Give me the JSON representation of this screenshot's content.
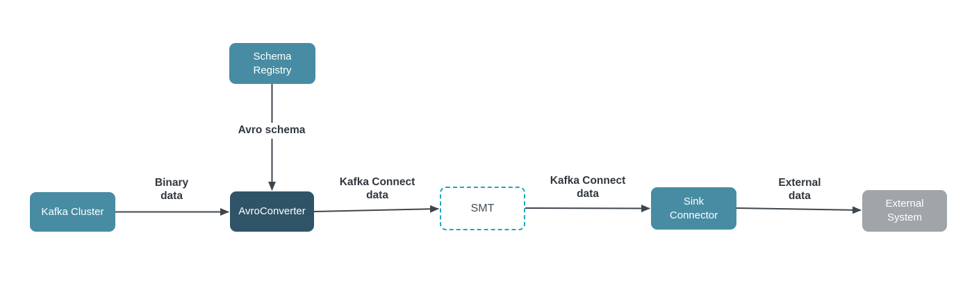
{
  "diagram": {
    "nodes": [
      {
        "id": "kafka-cluster",
        "lines": [
          "Kafka Cluster"
        ]
      },
      {
        "id": "schema-registry",
        "lines": [
          "Schema",
          "Registry"
        ]
      },
      {
        "id": "avro-converter",
        "lines": [
          "AvroConverter"
        ]
      },
      {
        "id": "smt",
        "lines": [
          "SMT"
        ]
      },
      {
        "id": "sink-connector",
        "lines": [
          "Sink",
          "Connector"
        ]
      },
      {
        "id": "external-system",
        "lines": [
          "External",
          "System"
        ]
      }
    ],
    "edge_labels": [
      {
        "id": "binary-data",
        "lines": [
          "Binary",
          "data"
        ]
      },
      {
        "id": "avro-schema",
        "lines": [
          "Avro schema"
        ]
      },
      {
        "id": "kafka-connect-data-1",
        "lines": [
          "Kafka Connect",
          "data"
        ]
      },
      {
        "id": "kafka-connect-data-2",
        "lines": [
          "Kafka Connect",
          "data"
        ]
      },
      {
        "id": "external-data",
        "lines": [
          "External",
          "data"
        ]
      }
    ],
    "colors": {
      "background": "#FFFFFF",
      "node_teal": "#478CA3",
      "node_dark": "#2F5468",
      "node_gray": "#9FA5A9",
      "smt_border": "#1BA8BA",
      "smt_text": "#414D57",
      "line": "#3E464D",
      "label_text": "#31373D"
    }
  }
}
